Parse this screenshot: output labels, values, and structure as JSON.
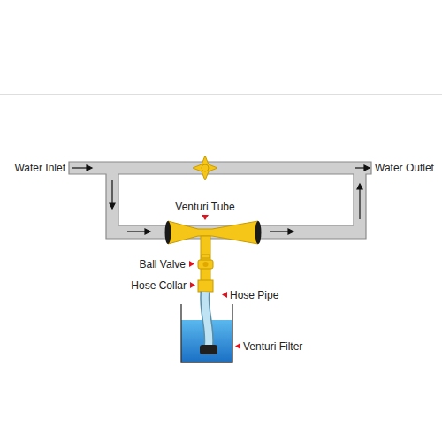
{
  "diagram": {
    "labels": [
      "Water Inlet",
      "Water Outlet",
      "Venturi Tube",
      "Ball Valve",
      "Hose Collar",
      "Hose Pipe",
      "Venturi Filter"
    ]
  }
}
